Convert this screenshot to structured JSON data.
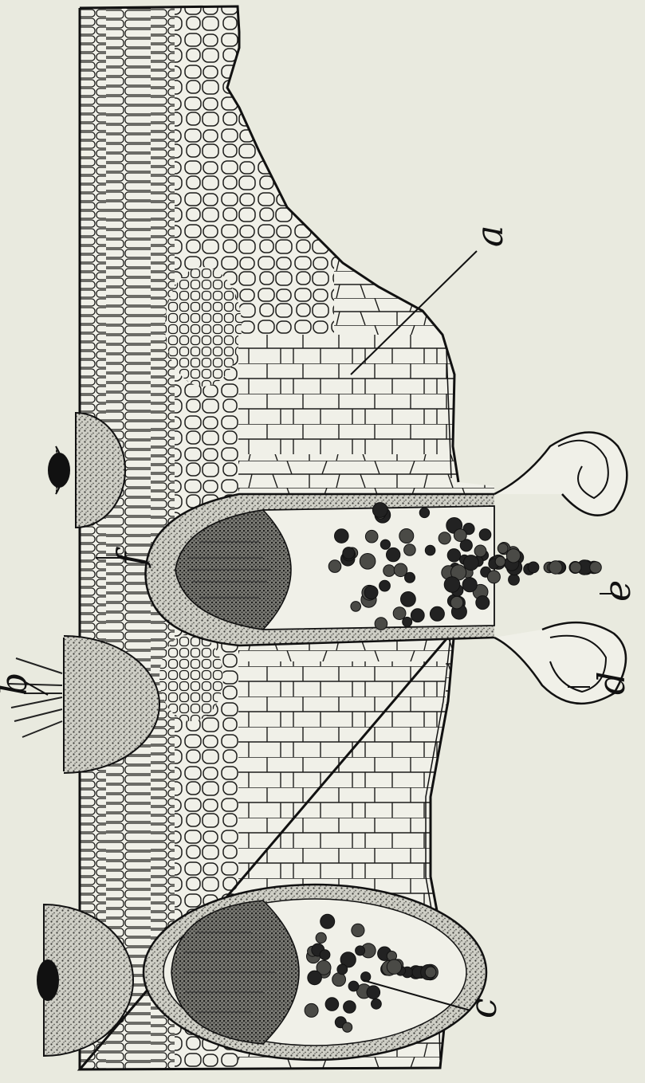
{
  "figure": {
    "labels": {
      "a": "a",
      "b": "b",
      "c": "c",
      "d": "d",
      "e": "e",
      "f": "f"
    },
    "colors": {
      "background": "#e9eadf",
      "ink": "#111111",
      "cell_fill": "#f2f2ea",
      "stipple": "#5a5a55",
      "spore": "#262626"
    }
  }
}
